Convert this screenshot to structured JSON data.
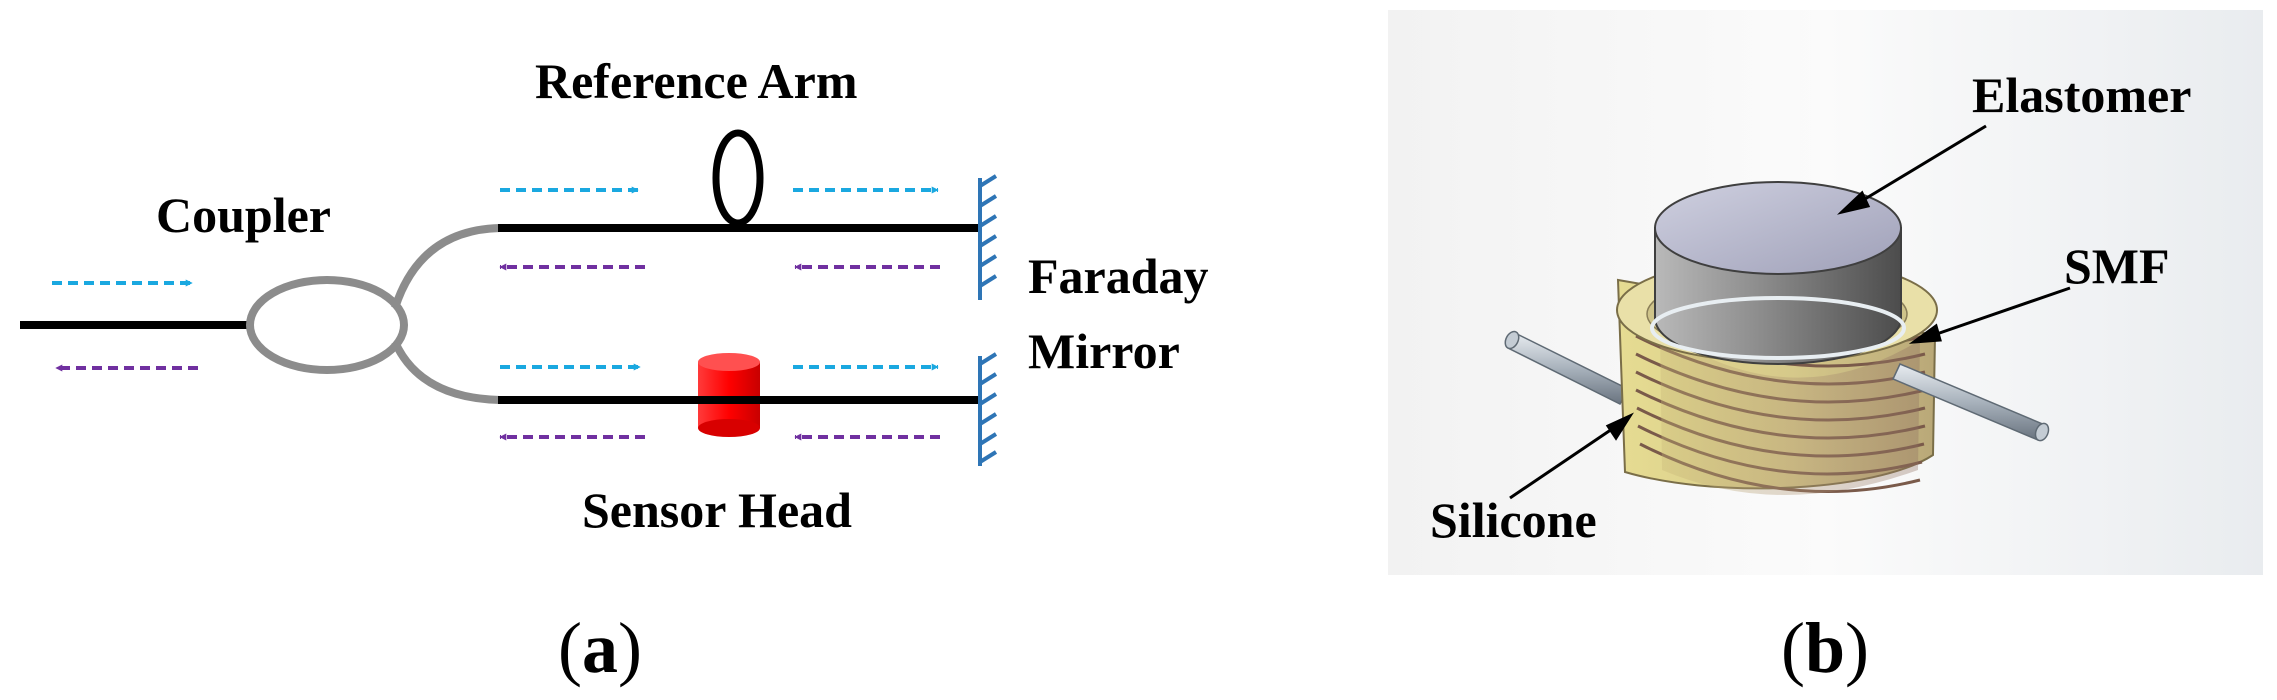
{
  "panel_a": {
    "labels": {
      "reference_arm": "Reference Arm",
      "coupler": "Coupler",
      "faraday": "Faraday",
      "mirror": "Mirror",
      "sensor_head": "Sensor Head"
    },
    "caption": {
      "open": "(",
      "letter": "a",
      "close": ")"
    }
  },
  "panel_b": {
    "labels": {
      "elastomer": "Elastomer",
      "smf": "SMF",
      "silicone": "Silicone"
    },
    "caption": {
      "open": "(",
      "letter": "b",
      "close": ")"
    }
  },
  "colors": {
    "forward_arrow": "#1aa8e0",
    "backward_arrow": "#7030a0",
    "fiber": "#000000",
    "coupler": "#8c8c8c",
    "sensor_head": "#ff0000",
    "mirror": "#2e75b6",
    "silicone": "#d9cf8a",
    "elastomer": "#9a9a9a"
  },
  "icons": {
    "coupler": "coupler-ring-icon",
    "reference_loop": "fiber-loop-icon",
    "sensor": "sensor-head-icon",
    "mirror": "faraday-mirror-icon"
  }
}
